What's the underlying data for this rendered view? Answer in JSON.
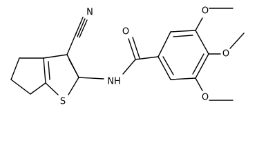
{
  "molecule": {
    "atoms": {
      "n_nitrile": "N",
      "o_carbonyl": "O",
      "n_amide": "NH",
      "s_ring": "S",
      "o_methoxy_top": "O",
      "o_methoxy_mid": "O",
      "o_methoxy_bottom": "O"
    }
  }
}
